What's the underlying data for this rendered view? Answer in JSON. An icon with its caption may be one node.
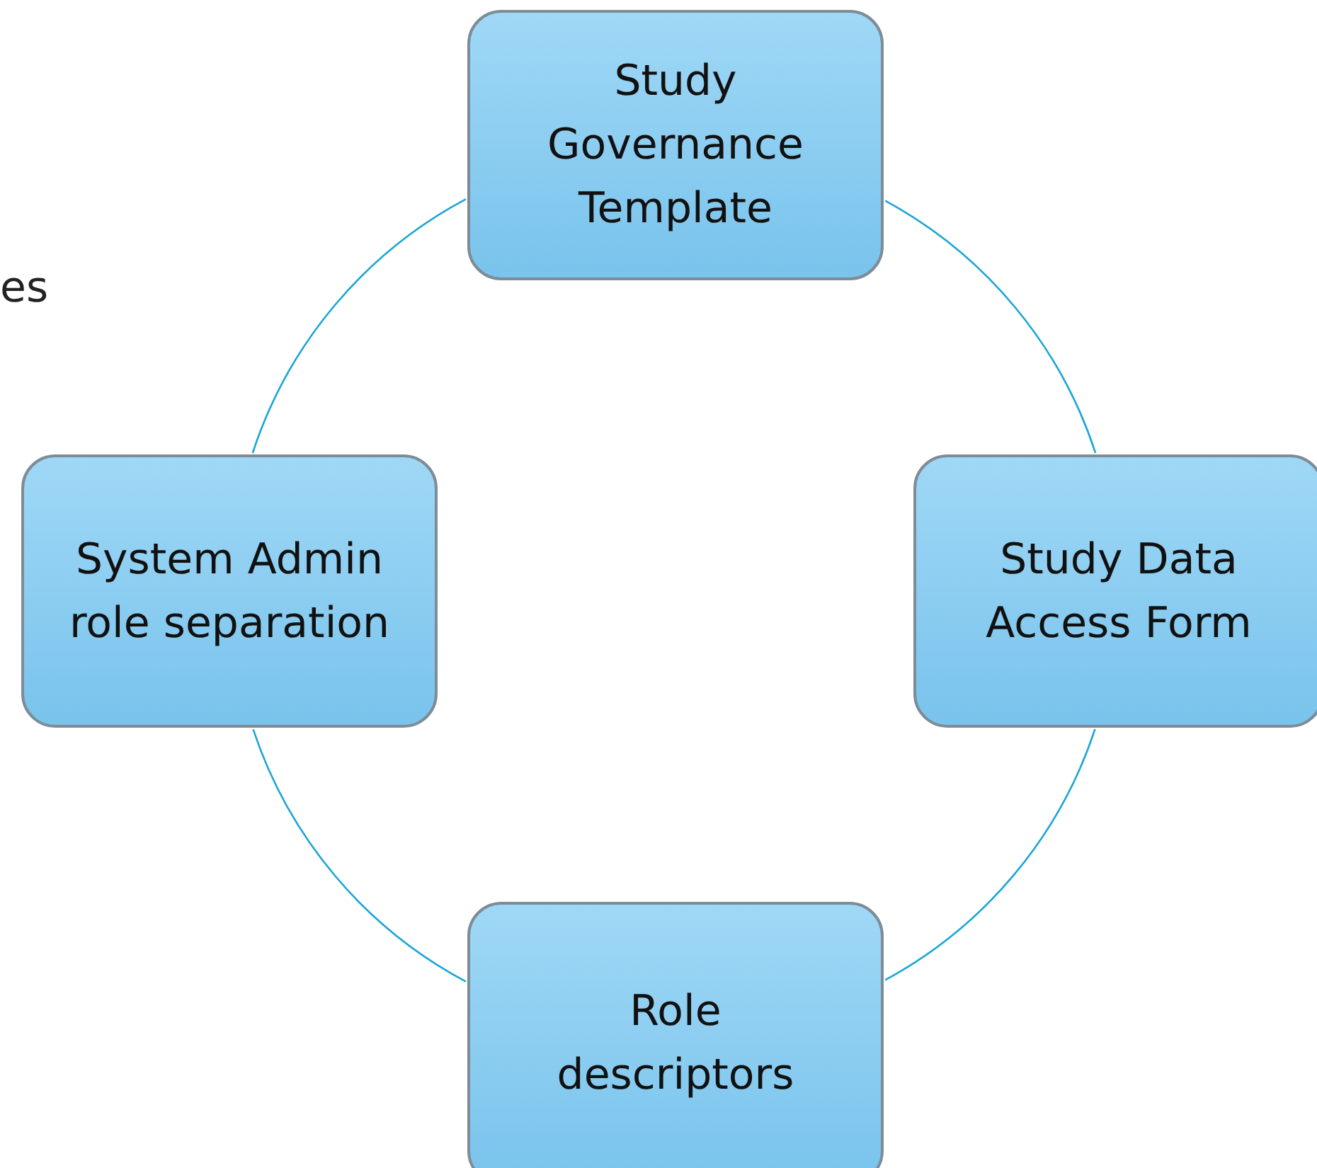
{
  "diagram": {
    "nodes": [
      {
        "text": [
          "Study Governance Template"
        ]
      },
      {
        "text": [
          "Study Data Access Form"
        ]
      },
      {
        "text": [
          "Role descriptors"
        ]
      },
      {
        "text": [
          "System Admin role separation"
        ]
      }
    ],
    "edges": [
      {
        "from": 0,
        "to": 1,
        "arrow": "none"
      },
      {
        "from": 1,
        "to": 2,
        "arrow": "none"
      },
      {
        "from": 2,
        "to": 3,
        "arrow": "none"
      },
      {
        "from": 3,
        "to": 0,
        "arrow": "none"
      }
    ],
    "labels": [
      "es"
    ]
  }
}
